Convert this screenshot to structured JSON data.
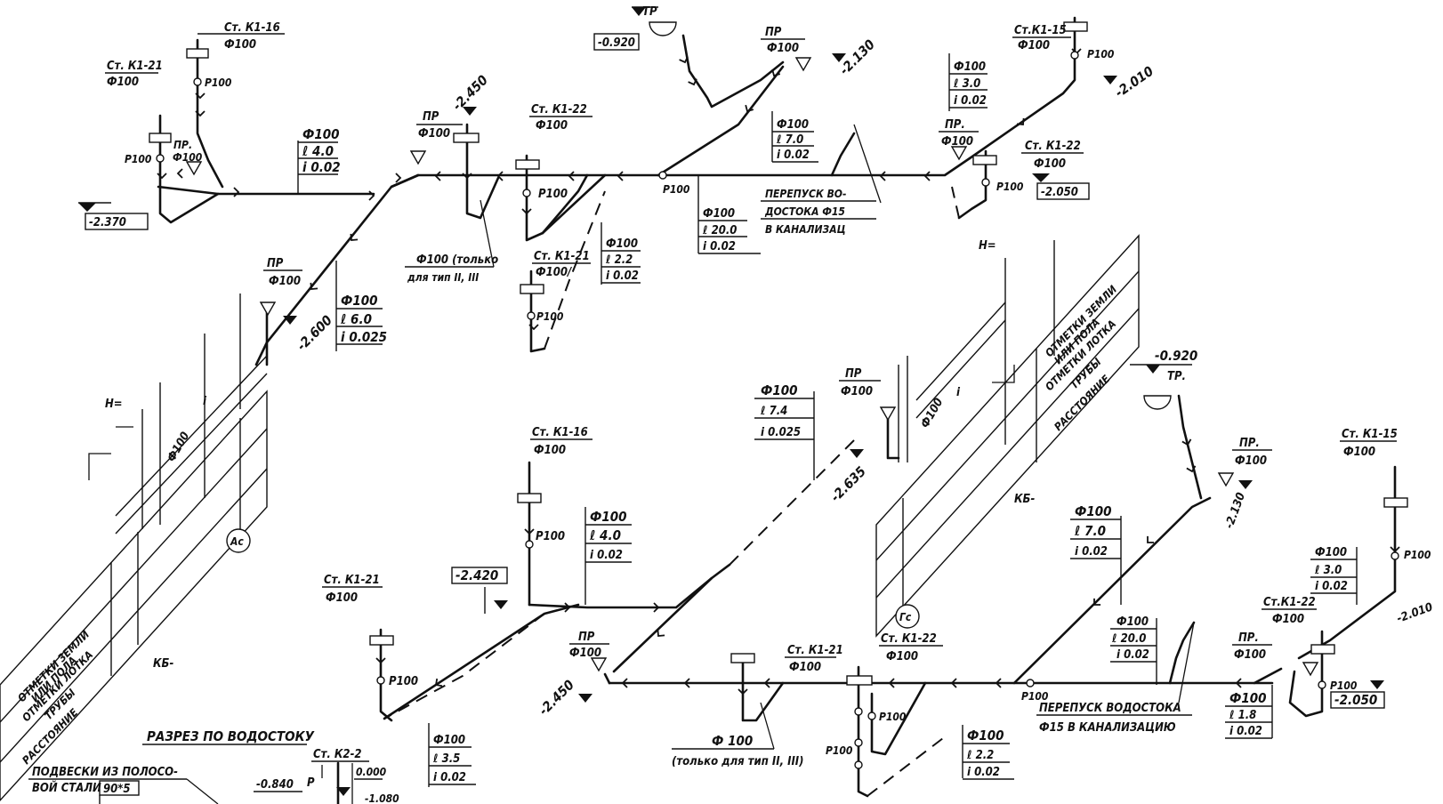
{
  "left_scheme": {
    "riser_k1_16": {
      "name": "Ст. К1-16",
      "dia": "Ф100"
    },
    "riser_k1_21": {
      "name": "Ст. К1-21",
      "dia": "Ф100"
    },
    "riser_k1_22": {
      "name": "Ст. К1-22",
      "dia": "Ф100"
    },
    "riser_k1_21b": {
      "name": "Ст. К1-21",
      "dia": "Ф100/"
    },
    "riser_k1_15": {
      "name": "Ст.К1-15",
      "dia": "Ф100"
    },
    "riser_k1_22b": {
      "name": "Ст. К1-22",
      "dia": "Ф100"
    },
    "p100_labels": [
      "Р100",
      "Р100",
      "Р100",
      "Р100",
      "Р100",
      "Р100",
      "Р100"
    ],
    "pr_labels": [
      "ПР.",
      "Ф100",
      "ПР",
      "Ф100",
      "ПР",
      "Ф100",
      "ПР.",
      "Ф100",
      "ПР",
      "Ф100"
    ],
    "tr_label": "ТР",
    "elevations": [
      "-2.370",
      "-2.450",
      "-0.920",
      "-2.130",
      "-2.010",
      "-2.050",
      "-2.600"
    ],
    "spec_a": [
      "Ф100",
      "ℓ 4.0",
      "i 0.02"
    ],
    "spec_b": [
      "Ф100",
      "ℓ 6.0",
      "i 0.025"
    ],
    "spec_c": [
      "Ф100",
      "ℓ 2.2",
      "i 0.02"
    ],
    "spec_d": [
      "Ф100",
      "ℓ 20.0",
      "i 0.02"
    ],
    "spec_e": [
      "Ф100",
      "ℓ 7.0",
      "i 0.02"
    ],
    "spec_f": [
      "Ф100",
      "ℓ 3.0",
      "i 0.02"
    ],
    "note_only": [
      "Ф100 (только",
      "для тип II, III"
    ],
    "bypass": [
      "ПЕРЕПУСК ВО-",
      "ДОСТОКА  Ф15",
      "В КАНАЛИЗАЦ"
    ],
    "circle": "Ас",
    "kb": "КБ-",
    "h_mark": "Н=",
    "pipe_dia": "Ф100",
    "i_mark": "i",
    "table_rows": [
      "ОТМЕТКИ ЗЕМЛИ",
      "ИЛИ ПОЛА",
      "ОТМЕТКИ ЛОТКА",
      "ТРУБЫ",
      "РАССТОЯНИЕ"
    ]
  },
  "right_scheme": {
    "riser_k1_16": {
      "name": "Ст. К1-16",
      "dia": "Ф100"
    },
    "riser_k1_21": {
      "name": "Ст. К1-21",
      "dia": "Ф100"
    },
    "riser_k1_21b": {
      "name": "Ст. К1-21",
      "dia": "Ф100"
    },
    "riser_k1_22": {
      "name": "Ст. К1-22",
      "dia": "Ф100"
    },
    "riser_k1_22b": {
      "name": "Ст.К1-22",
      "dia": "Ф100"
    },
    "riser_k1_15": {
      "name": "Ст. К1-15",
      "dia": "Ф100"
    },
    "p100_labels": [
      "Р100",
      "Р100",
      "Р100",
      "Р100",
      "Р100",
      "Р100",
      "Р100"
    ],
    "pr_labels": [
      "ПР",
      "Ф100",
      "ПР",
      "Ф100",
      "ПР.",
      "Ф100",
      "ПР.",
      "Ф100"
    ],
    "tr_label": "ТР.",
    "elevations": [
      "-2.420",
      "-2.450",
      "-2.635",
      "-0.920",
      "-2.130",
      "-2.010",
      "-2.050"
    ],
    "spec_a": [
      "Ф100",
      "ℓ 7.4",
      "i 0.025"
    ],
    "spec_b": [
      "Ф100",
      "ℓ 4.0",
      "i 0.02"
    ],
    "spec_c": [
      "Ф100",
      "ℓ 3.5",
      "i 0.02"
    ],
    "spec_d": [
      "Ф100",
      "ℓ 2.2",
      "i 0.02"
    ],
    "spec_e": [
      "Ф100",
      "ℓ 20.0",
      "i 0.02"
    ],
    "spec_f": [
      "Ф100",
      "ℓ 7.0",
      "i 0.02"
    ],
    "spec_g": [
      "Ф100",
      "ℓ 3.0",
      "i 0.02"
    ],
    "spec_h": [
      "Ф100",
      "ℓ 1.8",
      "i 0.02"
    ],
    "note_only": [
      "Ф 100",
      "(только для тип II, III)"
    ],
    "bypass": [
      "ПЕРЕПУСК  ВОДОСТОКА",
      "Ф15 В КАНАЛИЗАЦИЮ"
    ],
    "circle": "Гс",
    "kb": "КБ-",
    "h_mark": "Н=",
    "pipe_dia": "Ф100",
    "i_mark": "i",
    "table_rows": [
      "ОТМЕТКИ ЗЕМЛИ",
      "ИЛИ ПОЛА",
      "ОТМЕТКИ ЛОТКА",
      "ТРУБЫ",
      "РАССТОЯНИЕ"
    ]
  },
  "section": {
    "title": "РАЗРЕЗ ПО ВОДОСТОКУ",
    "hanger": [
      "ПОДВЕСКИ ИЗ ПОЛОСО-",
      "ВОЙ СТАЛИ"
    ],
    "hanger_size": "90*5",
    "riser": "Ст. К2-2",
    "elev_1": "-0.840",
    "elev_2": "0.000",
    "elev_3": "-1.080",
    "p_mark": "Р"
  }
}
